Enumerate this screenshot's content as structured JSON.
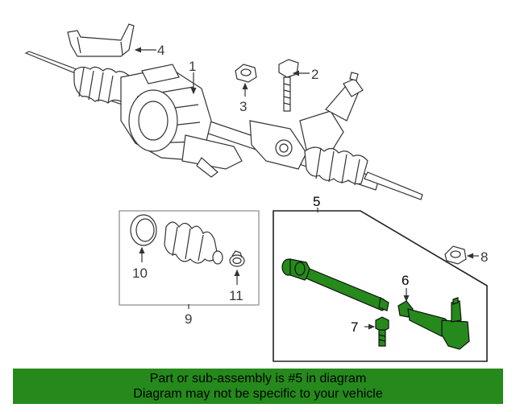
{
  "callouts": {
    "c1": "1",
    "c2": "2",
    "c3": "3",
    "c4": "4",
    "c5": "5",
    "c6": "6",
    "c7": "7",
    "c8": "8",
    "c9": "9",
    "c10": "10",
    "c11": "11"
  },
  "banner": {
    "line1": "Part or sub-assembly is #5 in diagram",
    "line2": "Diagram may not be specific to your vehicle"
  },
  "colors": {
    "highlight_part": "#258a1b",
    "banner_bg": "#258a1b",
    "line_art": "#333333"
  }
}
